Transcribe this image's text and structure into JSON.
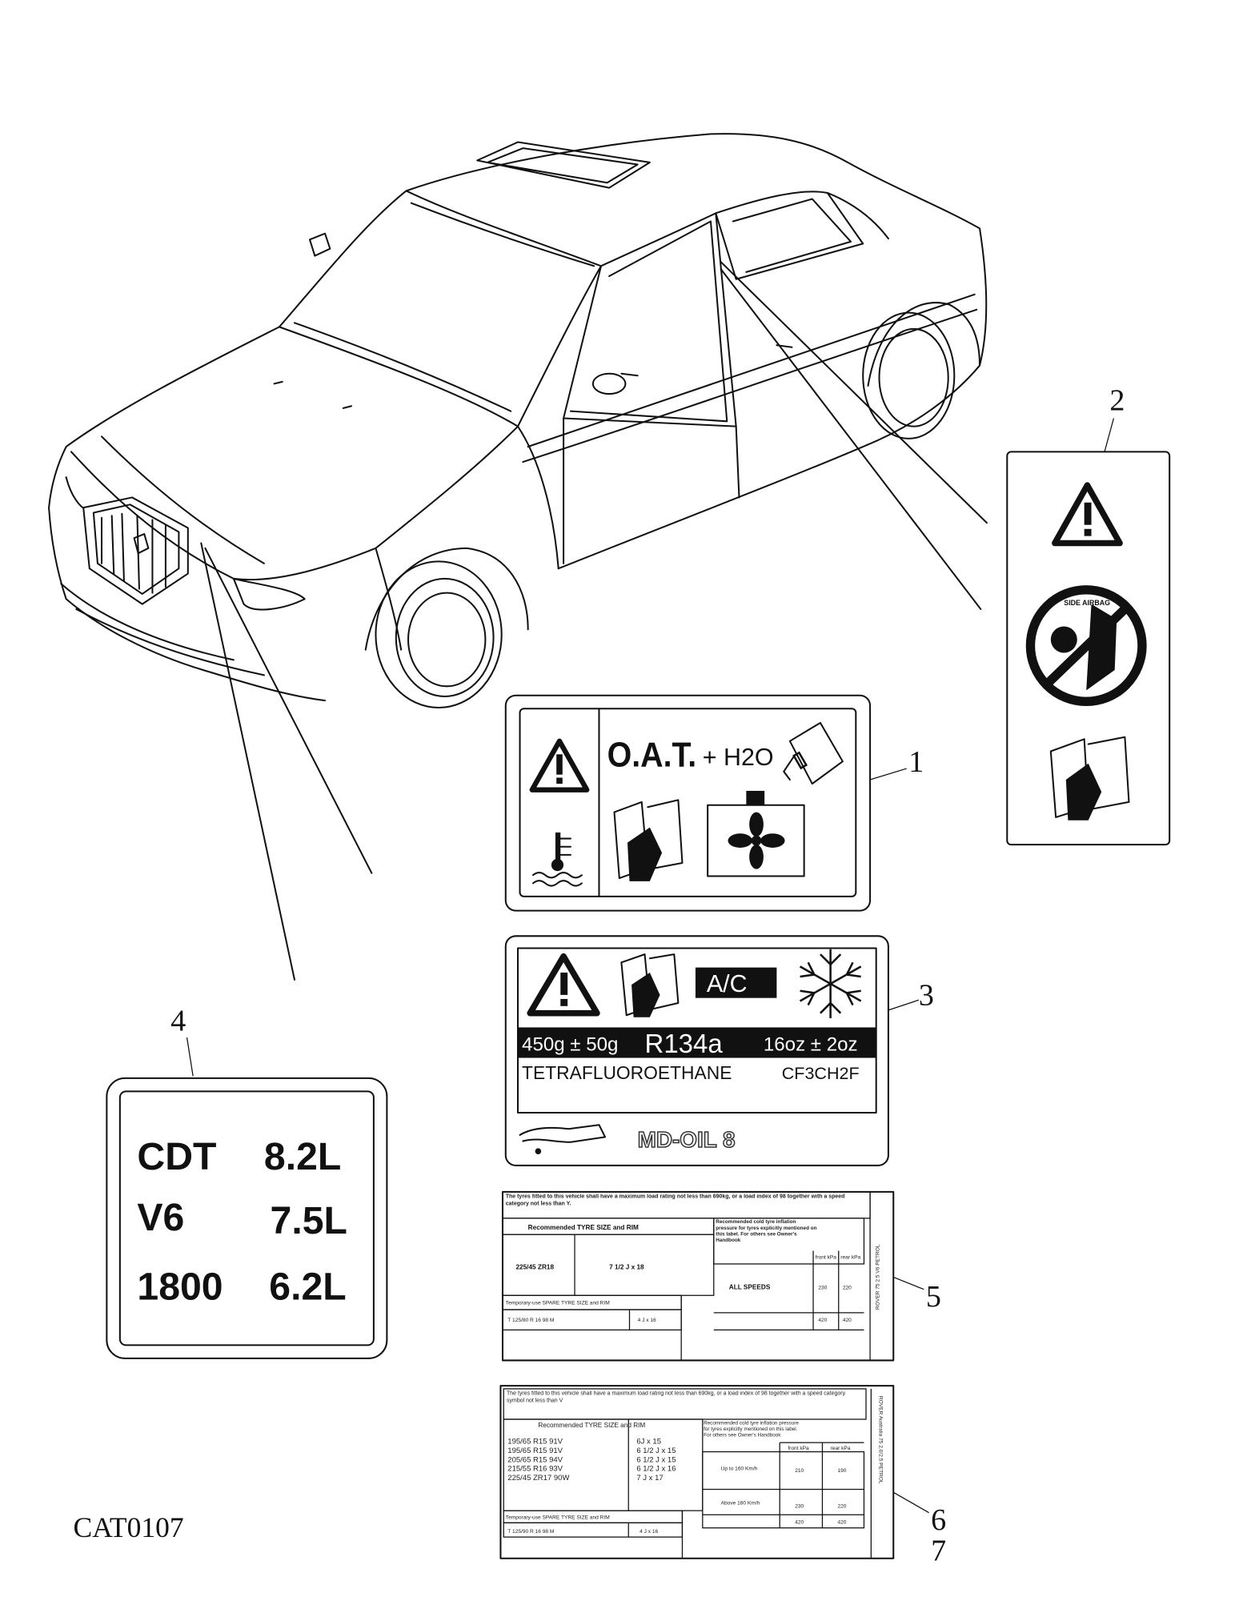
{
  "catalog_code": "CAT0107",
  "callouts": [
    "1",
    "2",
    "3",
    "4",
    "5",
    "6",
    "7"
  ],
  "label_1": {
    "coolant_text": "O.A.T.",
    "plus_water": "+ H2O",
    "icons": [
      "warning-triangle-icon",
      "coolant-temperature-icon",
      "handbook-icon",
      "coolant-bottle-icon",
      "radiator-fan-icon"
    ]
  },
  "label_2": {
    "side_airbag_text": "SIDE AIRBAG",
    "icons": [
      "warning-triangle-icon",
      "no-child-seat-airbag-icon",
      "handbook-icon"
    ]
  },
  "label_3": {
    "ac_badge": "A/C",
    "charge_metric": "450g ± 50g",
    "refrigerant": "R134a",
    "charge_imperial": "16oz ± 2oz",
    "chemical_name": "TETRAFLUOROETHANE",
    "formula": "CF3CH2F",
    "oil": "MD-OIL 8",
    "icons": [
      "warning-triangle-icon",
      "handbook-icon",
      "snowflake-icon",
      "oil-can-icon"
    ]
  },
  "label_4": {
    "rows": [
      {
        "engine": "CDT",
        "capacity": "8.2L"
      },
      {
        "engine": "V6",
        "capacity": "7.5L"
      },
      {
        "engine": "1800",
        "capacity": "6.2L"
      }
    ]
  },
  "label_5": {
    "intro": "The tyres fitted to this vehicle shall have a maximum load rating not less than 690kg, or a load index of 98 together with a speed category not less than Y.",
    "size_header": "Recommended TYRE SIZE and RIM",
    "tyre_size": "225/45 ZR18",
    "rim": "7 1/2 J x 18",
    "pressure_note": "Recommended cold tyre inflation pressure for tyres explicitly mentioned on this label. For others see Owner's Handbook",
    "front": "front kPa",
    "rear": "rear kPa",
    "speed": "ALL SPEEDS",
    "front_value": "230",
    "rear_value": "220",
    "spare_header": "Temporary-use SPARE TYRE SIZE and RIM",
    "spare_size": "T 125/80 R 16 98 M",
    "spare_rim": "4 J x 16",
    "spare_pressure": "420",
    "side_text": "ROVER 75 2.5 V6 PETROL"
  },
  "label_6": {
    "intro": "The tyres fitted to this vehicle shall have a maximum load rating not less than 690kg, or a load index of 98 together with a speed category symbol not less than V",
    "size_header": "Recommended TYRE SIZE and RIM",
    "tyre_sizes": [
      "195/65 R15 91V",
      "195/65 R15 91V",
      "205/65 R15 94V",
      "215/55 R16 93V",
      "225/45 ZR17 90W"
    ],
    "rims": [
      "6J x 15",
      "6 1/2 J x 15",
      "6 1/2 J x 15",
      "6 1/2 J x 16",
      "7 J x 17"
    ],
    "pressure_note": "Recommended cold tyre inflation pressure for tyres explicitly mentioned on this label. For others see Owner's Handbook",
    "front": "front kPa",
    "rear": "rear kPa",
    "speed_1": "Up to 160 Km/h",
    "speed_2": "Above 160 Km/h",
    "values_1": [
      "210",
      "190"
    ],
    "values_2": [
      "230",
      "220"
    ],
    "spare_header": "Temporary-use SPARE TYRE SIZE and RIM",
    "spare_size": "T 125/90 R 16 98 M",
    "spare_rim": "4 J x 16",
    "spare_pressure": "420",
    "side_text": "ROVER Australia 75 2.0/2.5 PETROL"
  }
}
